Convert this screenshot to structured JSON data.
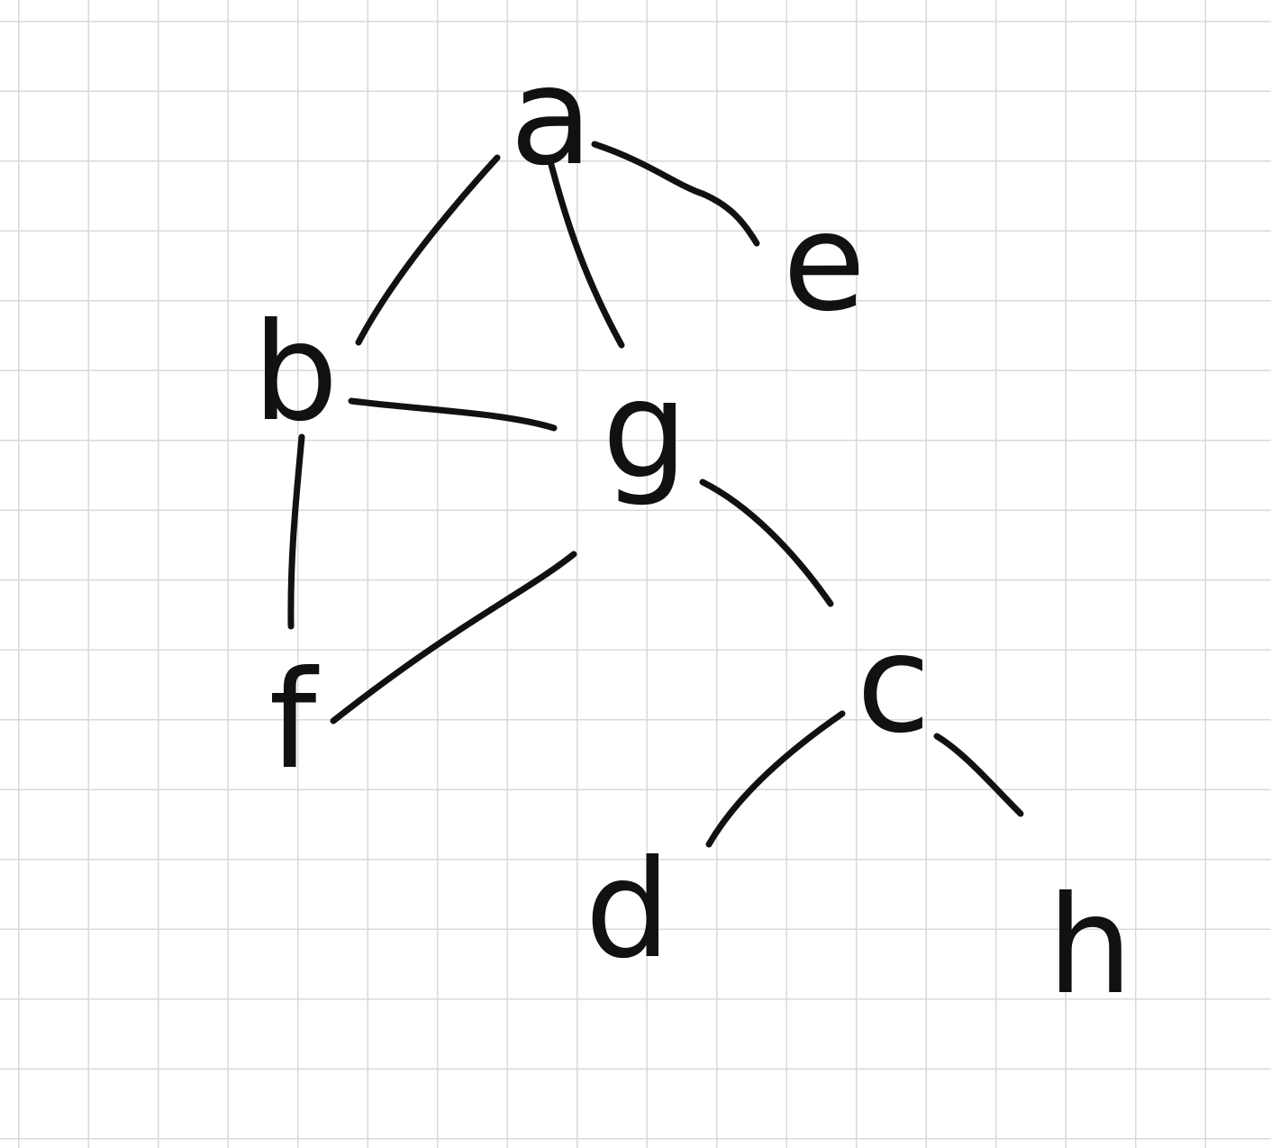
{
  "graph": {
    "nodes": [
      {
        "id": "a",
        "label": "a"
      },
      {
        "id": "e",
        "label": "e"
      },
      {
        "id": "b",
        "label": "b"
      },
      {
        "id": "g",
        "label": "g"
      },
      {
        "id": "f",
        "label": "f"
      },
      {
        "id": "c",
        "label": "c"
      },
      {
        "id": "d",
        "label": "d"
      },
      {
        "id": "h",
        "label": "h"
      }
    ],
    "edges": [
      {
        "from": "a",
        "to": "b"
      },
      {
        "from": "a",
        "to": "g"
      },
      {
        "from": "a",
        "to": "e"
      },
      {
        "from": "b",
        "to": "g"
      },
      {
        "from": "b",
        "to": "f"
      },
      {
        "from": "g",
        "to": "f"
      },
      {
        "from": "g",
        "to": "c"
      },
      {
        "from": "c",
        "to": "d"
      },
      {
        "from": "c",
        "to": "h"
      }
    ]
  },
  "colors": {
    "ink": "#111111",
    "grid": "#d9d9d9",
    "background": "#ffffff"
  }
}
